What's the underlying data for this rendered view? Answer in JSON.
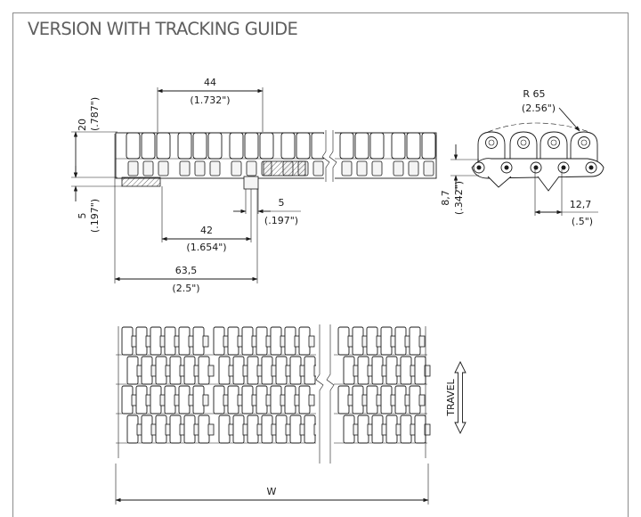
{
  "title": "VERSION WITH TRACKING GUIDE",
  "side_view": {
    "pitch": {
      "value": "44",
      "inch": "(1.732\")"
    },
    "height": {
      "value": "20",
      "inch": "(.787\")"
    },
    "guide_height": {
      "value": "5",
      "inch": "(.197\")"
    },
    "guide_width": {
      "value": "5",
      "inch": "(.197\")"
    },
    "guide_spacing": {
      "value": "42",
      "inch": "(1.654\")"
    },
    "edge_width": {
      "value": "63,5",
      "inch": "(2.5\")"
    }
  },
  "end_view": {
    "radius": {
      "value": "R 65",
      "inch": "(2.56\")"
    },
    "thickness": {
      "value": "8,7",
      "inch": "(.342\")"
    },
    "pitch": {
      "value": "12,7",
      "inch": "(.5\")"
    }
  },
  "top_view": {
    "width_label": "W",
    "travel_label": "TRAVEL"
  },
  "icons": {
    "travel": "double-arrow-icon"
  }
}
